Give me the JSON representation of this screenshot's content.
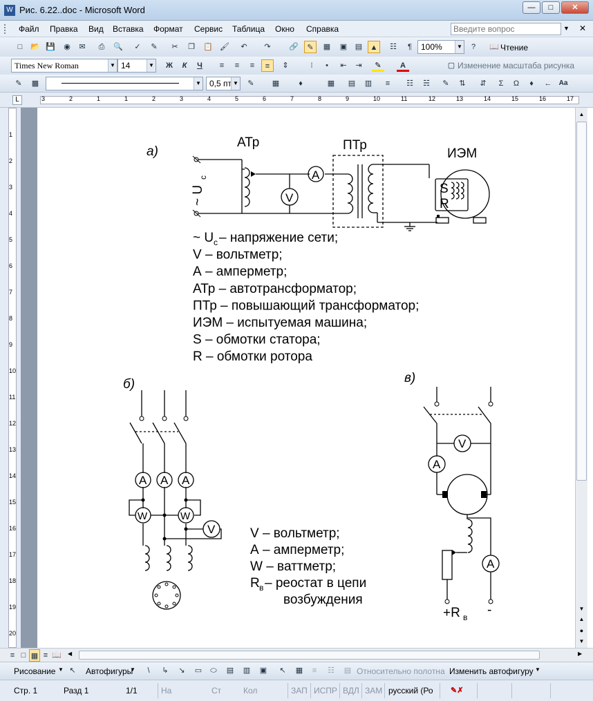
{
  "window": {
    "title": "Рис. 6.22..doc - Microsoft Word"
  },
  "menu": {
    "items": [
      "Файл",
      "Правка",
      "Вид",
      "Вставка",
      "Формат",
      "Сервис",
      "Таблица",
      "Окно",
      "Справка"
    ],
    "help_placeholder": "Введите вопрос"
  },
  "toolbar": {
    "zoom": "100%",
    "reading": "Чтение"
  },
  "formatting": {
    "font": "Times New Roman",
    "size": "14",
    "bold": "Ж",
    "italic": "К",
    "underline": "Ч",
    "resize_label": "Изменение масштаба рисунка"
  },
  "picture_toolbar": {
    "line_weight": "0,5 пт"
  },
  "ruler": {
    "h_labels": [
      "3",
      "2",
      "1",
      "1",
      "2",
      "3",
      "4",
      "5",
      "6",
      "7",
      "8",
      "9",
      "10",
      "11",
      "12",
      "13",
      "14",
      "15",
      "16",
      "17"
    ],
    "v_labels": [
      "1",
      "2",
      "3",
      "4",
      "5",
      "6",
      "7",
      "8",
      "9",
      "10",
      "11",
      "12",
      "13",
      "14",
      "15",
      "16",
      "17",
      "18",
      "19",
      "20"
    ]
  },
  "figure": {
    "a": {
      "label": "а)",
      "atr": "АТр",
      "ptr": "ПТр",
      "iem": "ИЭМ",
      "uc_main": "~ U",
      "uc_sub": "с",
      "s": "S",
      "r": "R",
      "meter_a": "A",
      "meter_v": "V",
      "legend": [
        {
          "pre": "~ U",
          "sub": "с",
          "post": " – напряжение сети;"
        },
        {
          "pre": "V – вольтметр;"
        },
        {
          "pre": "А – амперметр;"
        },
        {
          "pre": "АТр – автотрансформатор;"
        },
        {
          "pre": "ПТр – повышающий трансформатор;"
        },
        {
          "pre": "ИЭМ – испытуемая машина;"
        },
        {
          "pre": "S – обмотки статора;"
        },
        {
          "pre": "R – обмотки ротора"
        }
      ]
    },
    "b": {
      "label": "б)",
      "meter_a": "A",
      "meter_w": "W",
      "meter_v": "V"
    },
    "c": {
      "label": "в)",
      "meter_v": "V",
      "meter_a": "A",
      "plus_rb": "+R",
      "plus_rb_sub": "в",
      "minus": "-"
    },
    "legend2": {
      "line1": "V – вольтметр;",
      "line2": "А – амперметр;",
      "line3": "W – ваттметр;",
      "line4_pre": "R",
      "line4_sub": "в",
      "line4_post": " – реостат в цепи",
      "line5": "возбуждения"
    }
  },
  "drawing": {
    "draw": "Рисование",
    "autoshapes": "Автофигуры",
    "relative": "Относительно полотна",
    "change": "Изменить автофигуру"
  },
  "status": {
    "page": "Стр. 1",
    "section": "Разд 1",
    "pages": "1/1",
    "at": "На",
    "ln": "Ст",
    "col": "Кол",
    "rec": "ЗАП",
    "trk": "ИСПР",
    "ext": "ВДЛ",
    "ovr": "ЗАМ",
    "lang": "русский (Ро"
  }
}
